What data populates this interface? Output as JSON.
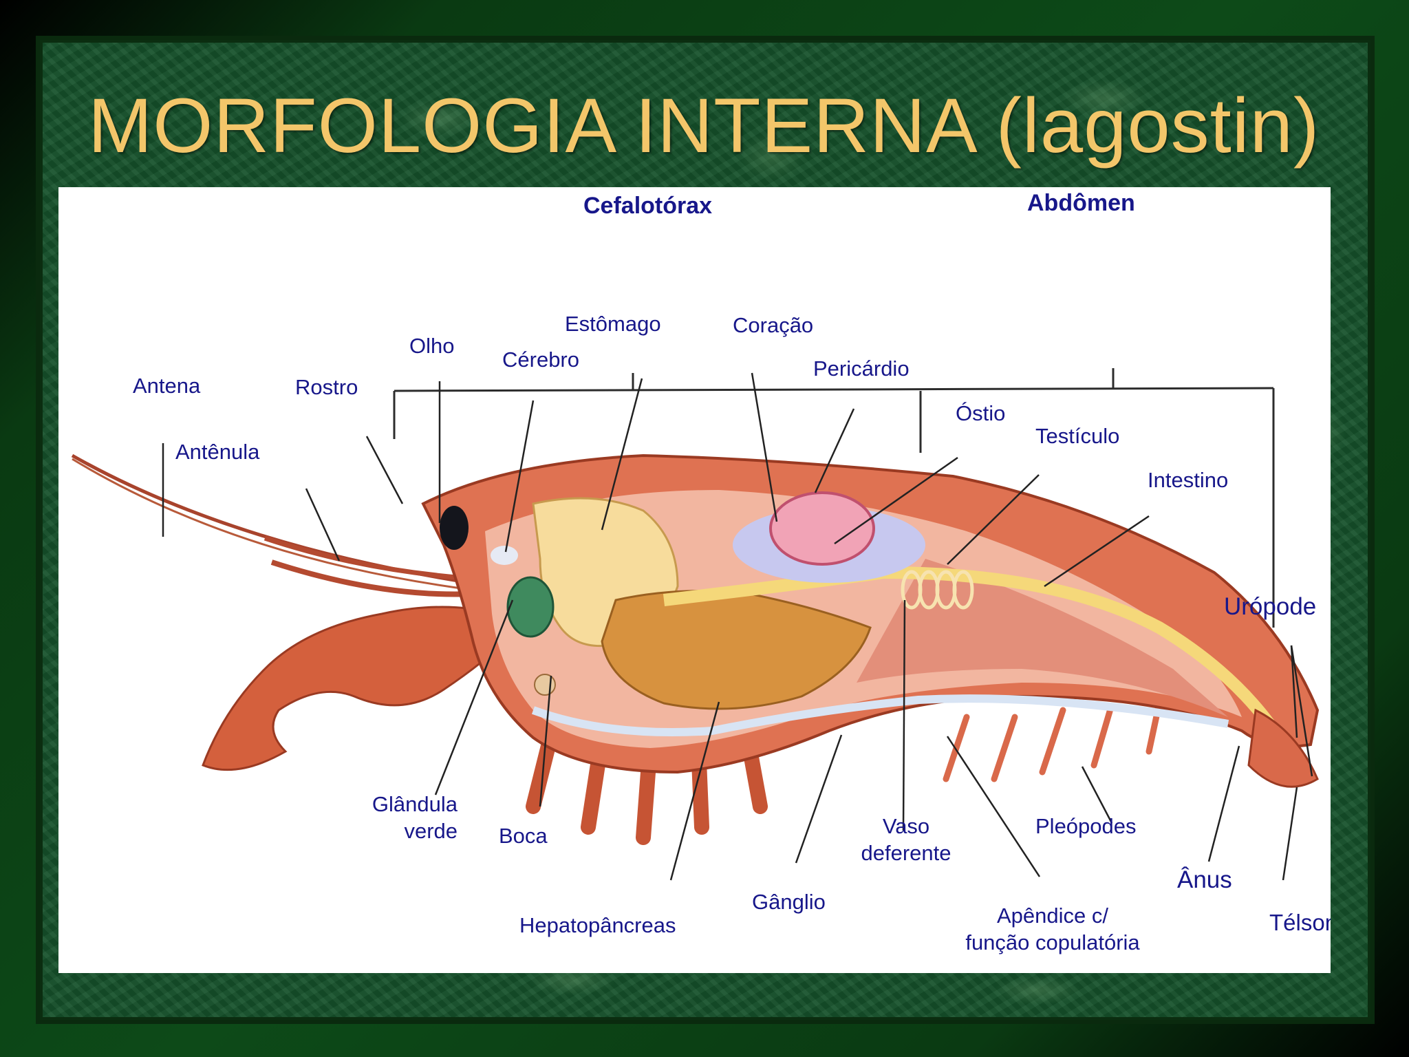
{
  "slide": {
    "title": "MORFOLOGIA INTERNA (lagostin)"
  },
  "diagram": {
    "regions": {
      "cephalothorax": "Cefalotórax",
      "abdomen": "Abdômen"
    },
    "labels": {
      "antena": "Antena",
      "antenula": "Antênula",
      "rostro": "Rostro",
      "olho": "Olho",
      "cerebro": "Cérebro",
      "estomago": "Estômago",
      "coracao": "Coração",
      "pericardio": "Pericárdio",
      "ostio": "Óstio",
      "testiculo": "Testículo",
      "intestino": "Intestino",
      "uropode": "Urópode",
      "glandula_1": "Glândula",
      "glandula_2": "verde",
      "boca": "Boca",
      "vaso_1": "Vaso",
      "vaso_2": "deferente",
      "pleopodes": "Pleópodes",
      "anus": "Ânus",
      "ganglio": "Gânglio",
      "hepatopancreas": "Hepatopâncreas",
      "apendice_1": "Apêndice c/",
      "apendice_2": "função copulatória",
      "telson": "Télson"
    }
  }
}
